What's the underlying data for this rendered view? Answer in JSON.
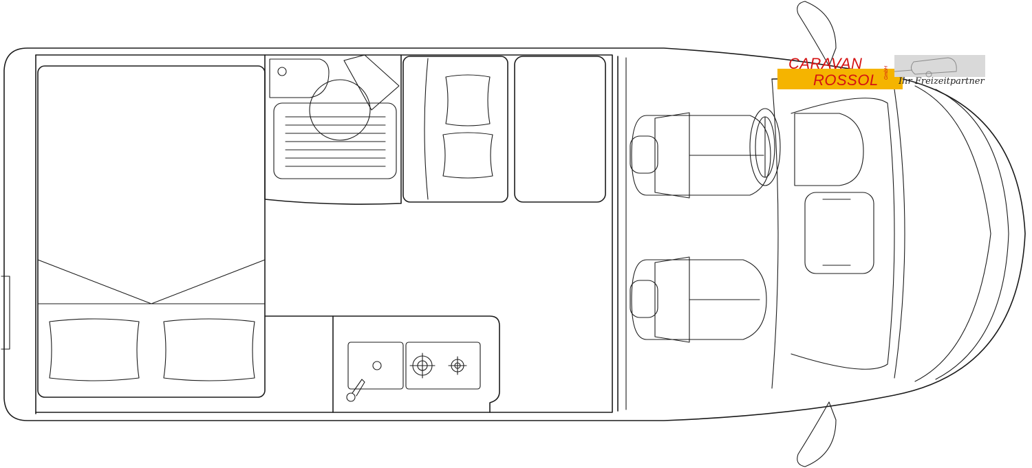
{
  "logo": {
    "line1": "CARAVAN",
    "line2": "ROSSOL",
    "suffix": "GmbH",
    "slogan": "Ihr Freizeitpartner",
    "text_color": "#d41212",
    "bar_color": "#f5b400",
    "tag_color": "#d9d9d9"
  },
  "icons": [
    "floor-plan",
    "bed",
    "pillow",
    "toilet",
    "shower",
    "bench-seat",
    "table",
    "kitchen-sink",
    "gas-hob",
    "tap",
    "driver-seat",
    "passenger-seat",
    "steering-wheel",
    "side-mirror",
    "caravan-icon"
  ]
}
